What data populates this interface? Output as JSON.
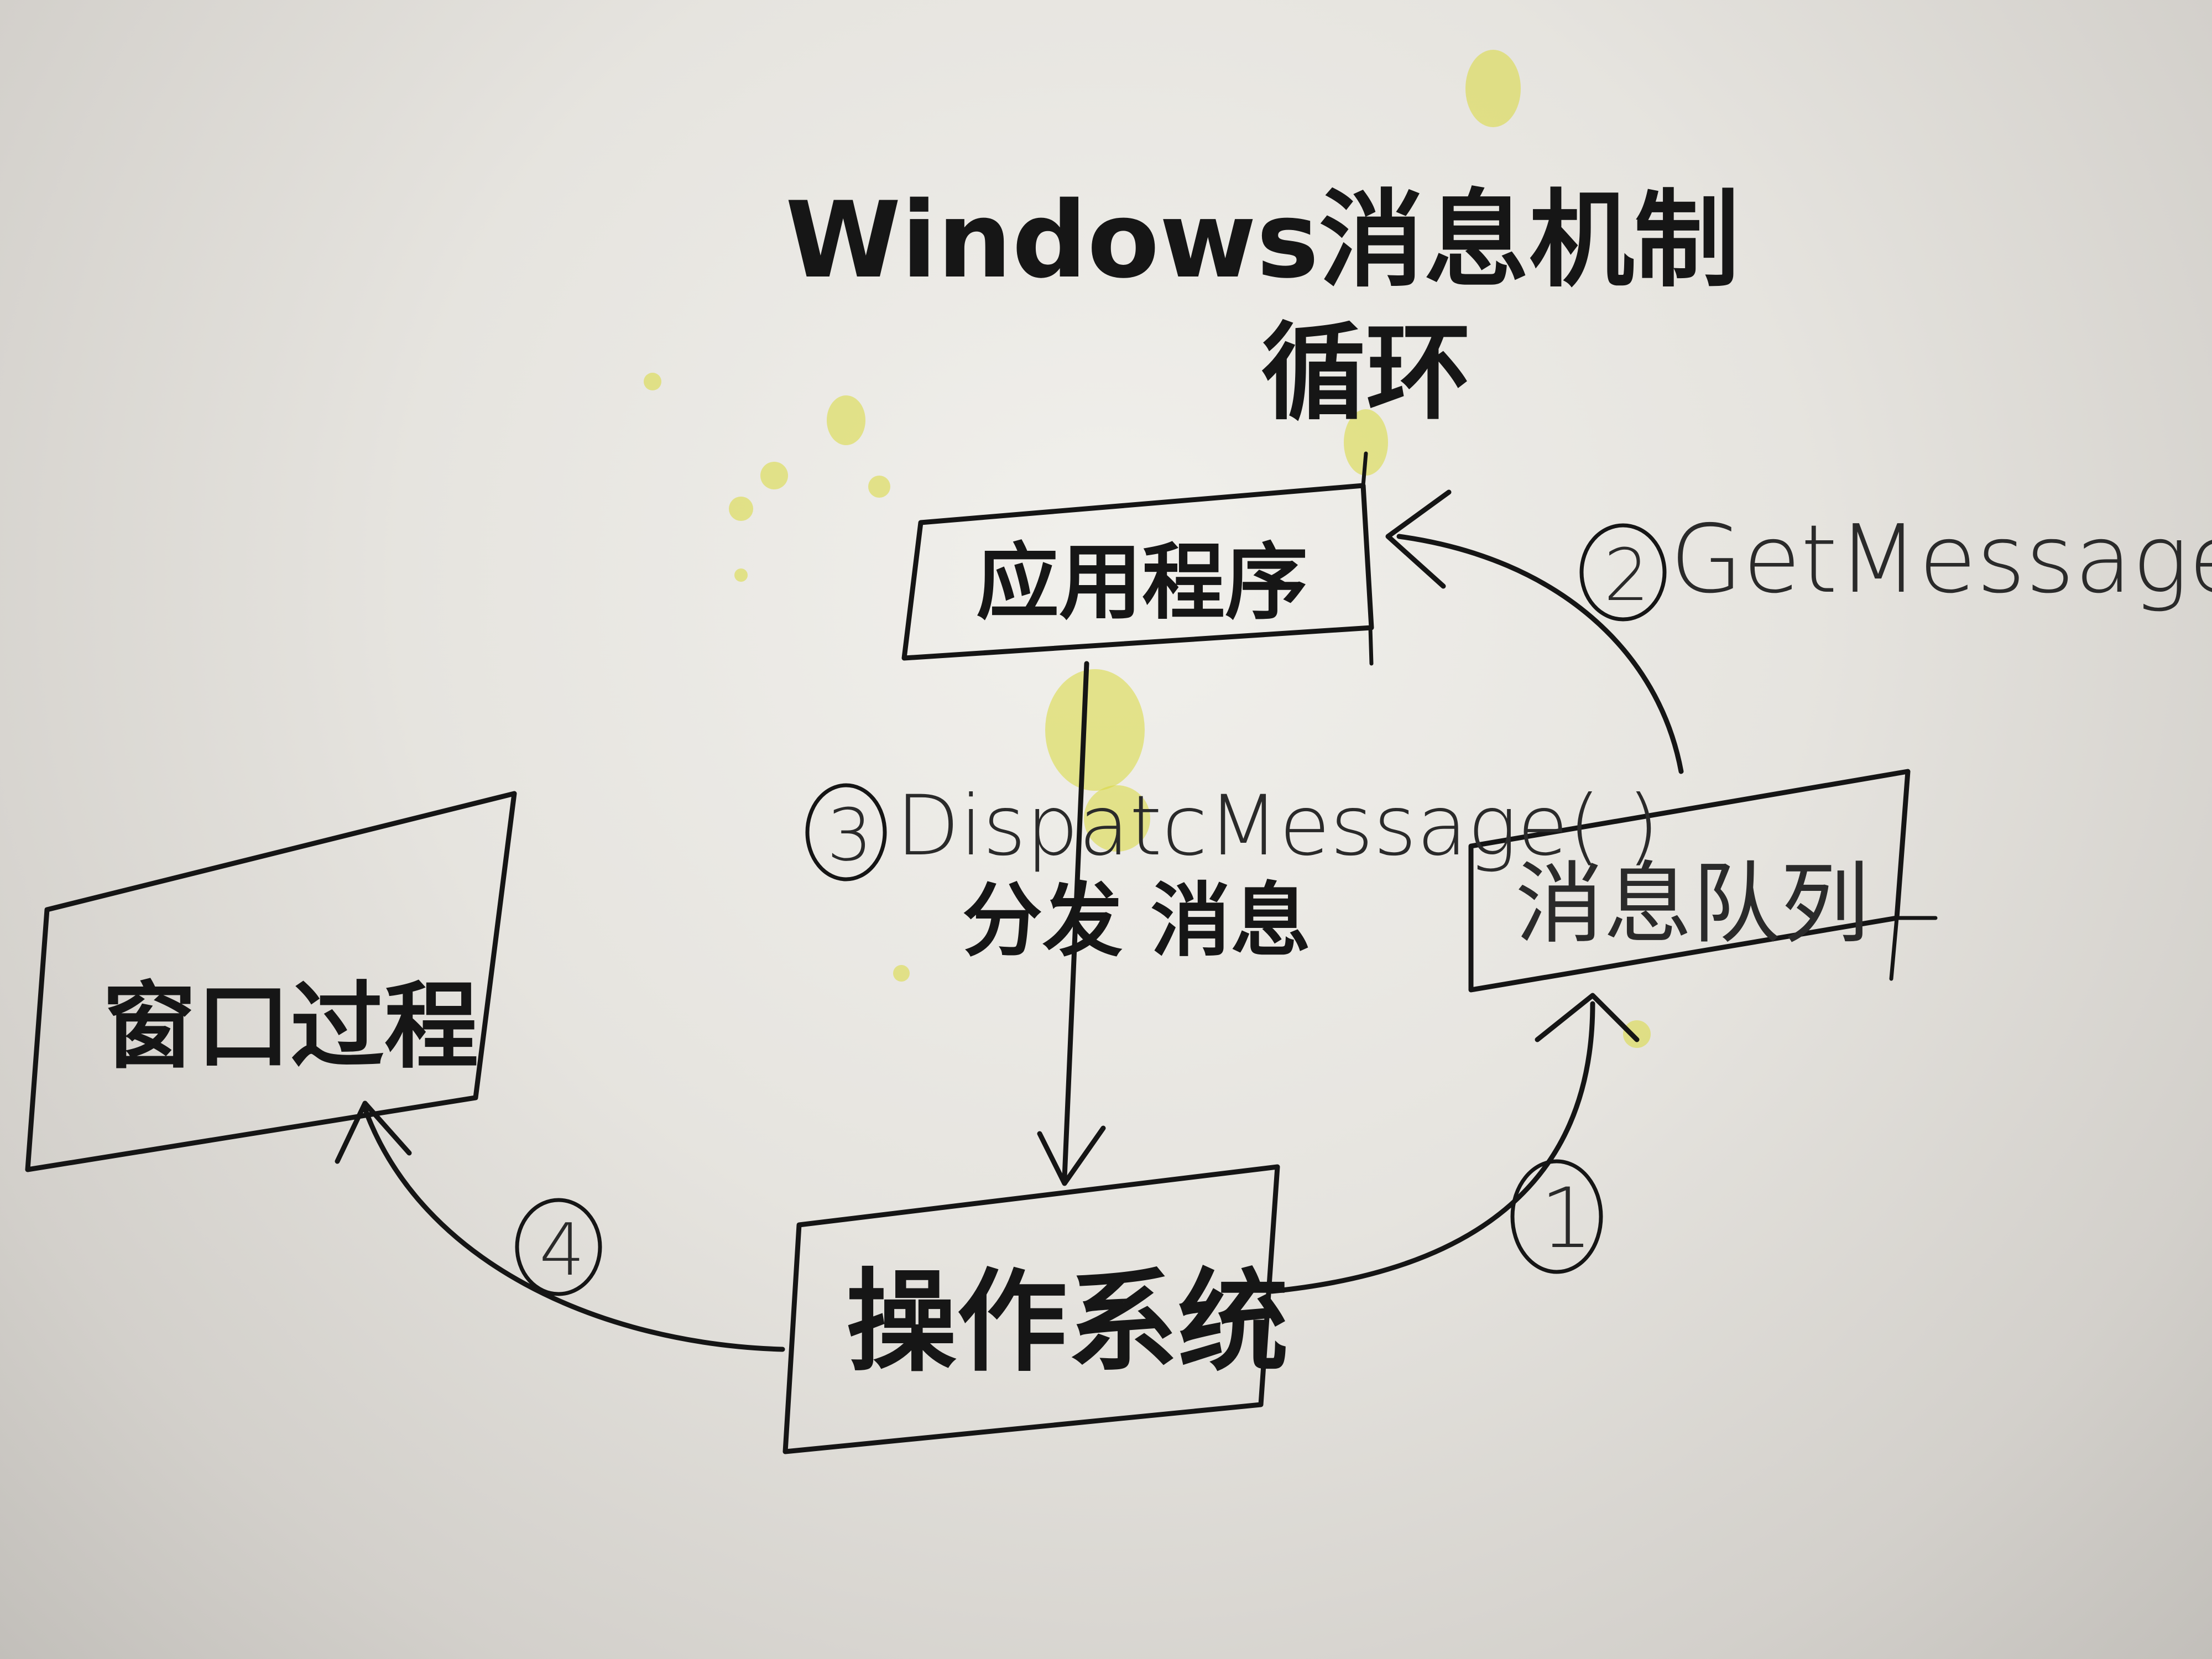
{
  "title": {
    "line1": "Windows消息机制",
    "line2": "循环"
  },
  "nodes": {
    "app": "应用程序",
    "queue": "消息队列",
    "os": "操作系统",
    "wndproc": "窗口过程"
  },
  "edges": {
    "step1": {
      "num": "1"
    },
    "step2": {
      "num": "2",
      "label": "GetMessage( )"
    },
    "step3": {
      "num": "3",
      "label": "DispatcMessage( )",
      "sub": "分发 消息"
    },
    "step4": {
      "num": "4"
    }
  },
  "colors": {
    "paper": "#ebe9e4",
    "ink": "#151515",
    "stain": "#d9d83a"
  }
}
